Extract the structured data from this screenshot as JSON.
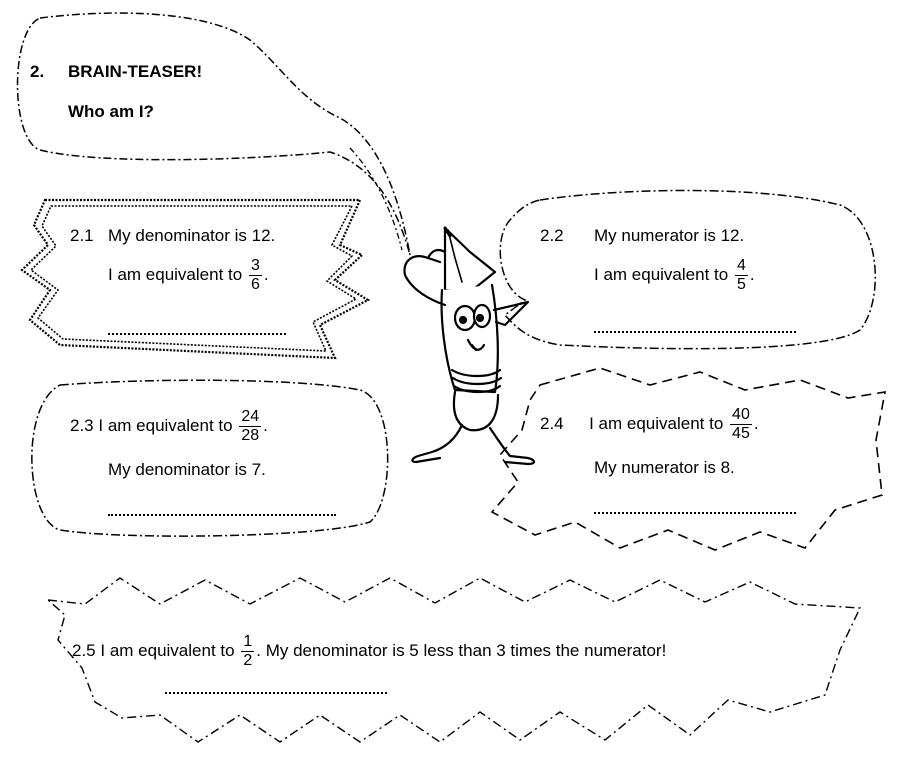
{
  "header": {
    "number": "2.",
    "title": "BRAIN-TEASER!",
    "subtitle": "Who am I?"
  },
  "q21": {
    "num": "2.1",
    "line1": "My denominator is 12.",
    "line2_prefix": "I am equivalent to",
    "frac_num": "3",
    "frac_den": "6",
    "suffix": "."
  },
  "q22": {
    "num": "2.2",
    "line1": "My numerator is 12.",
    "line2_prefix": "I am equivalent to",
    "frac_num": "4",
    "frac_den": "5",
    "suffix": "."
  },
  "q23": {
    "num": "2.3",
    "line1_prefix": "I am equivalent to",
    "frac_num": "24",
    "frac_den": "28",
    "suffix": ".",
    "line2": "My denominator is 7."
  },
  "q24": {
    "num": "2.4",
    "line1_prefix": "I am equivalent to",
    "frac_num": "40",
    "frac_den": "45",
    "suffix": ".",
    "line2": "My numerator is 8."
  },
  "q25": {
    "num": "2.5",
    "line1_prefix": "I am equivalent to",
    "frac_num": "1",
    "frac_den": "2",
    "suffix": ".",
    "line1_rest": "My denominator is 5 less than 3 times the numerator!"
  }
}
